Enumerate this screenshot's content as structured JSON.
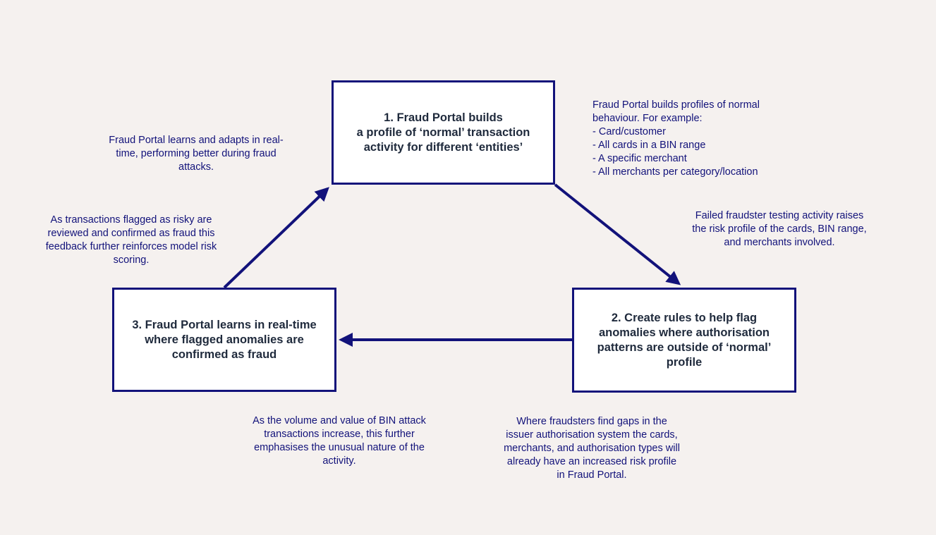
{
  "colors": {
    "background": "#f5f1ef",
    "box_border": "#12127a",
    "box_text": "#1f2a3c",
    "note_text": "#12127a",
    "arrow": "#12127a"
  },
  "boxes": {
    "step1": [
      "1. Fraud Portal builds",
      "a profile of ‘normal’ transaction",
      "activity for different ‘entities’"
    ],
    "step2": [
      "2. Create rules to help flag",
      "anomalies where authorisation",
      "patterns are outside of ‘normal’",
      "profile"
    ],
    "step3": [
      "3. Fraud Portal learns in real-time",
      "where flagged anomalies are",
      "confirmed as fraud"
    ]
  },
  "notes": {
    "learns": "Fraud Portal learns and adapts in real-\ntime, performing better during fraud\nattacks.",
    "flagged": "As transactions flagged as risky are\nreviewed and confirmed as fraud this\nfeedback further reinforces model risk\nscoring.",
    "profiles": "Fraud Portal builds profiles of normal\nbehaviour. For example:\n- Card/customer\n- All cards in a BIN range\n- A specific merchant\n- All merchants per category/location",
    "failed": "Failed fraudster testing activity raises\nthe risk profile of the cards, BIN range,\nand merchants involved.",
    "volume": "As the volume and value of BIN attack\ntransactions increase, this further\nemphasises the unusual nature of the\nactivity.",
    "gaps": "Where fraudsters find gaps in the\nissuer authorisation system the cards,\nmerchants, and authorisation types will\nalready have an increased risk profile\nin Fraud Portal."
  }
}
